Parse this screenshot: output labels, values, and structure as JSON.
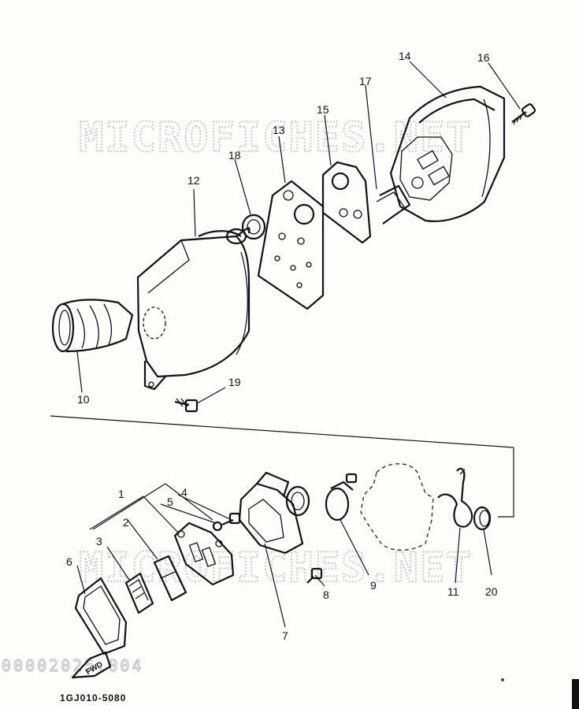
{
  "watermark": "MICROFICHES.NET",
  "side_code": "00002025.004",
  "part_number": "1GJ010-5080",
  "fwd_label": "FWD",
  "callouts": {
    "p1": "1",
    "p2": "2",
    "p3": "3",
    "p4": "4",
    "p5": "5",
    "p6": "6",
    "p7": "7",
    "p8": "8",
    "p9": "9",
    "p10": "10",
    "p11": "11",
    "p12": "12",
    "p13": "13",
    "p14": "14",
    "p15": "15",
    "p16": "16",
    "p17": "17",
    "p18": "18",
    "p19": "19",
    "p20": "20"
  }
}
